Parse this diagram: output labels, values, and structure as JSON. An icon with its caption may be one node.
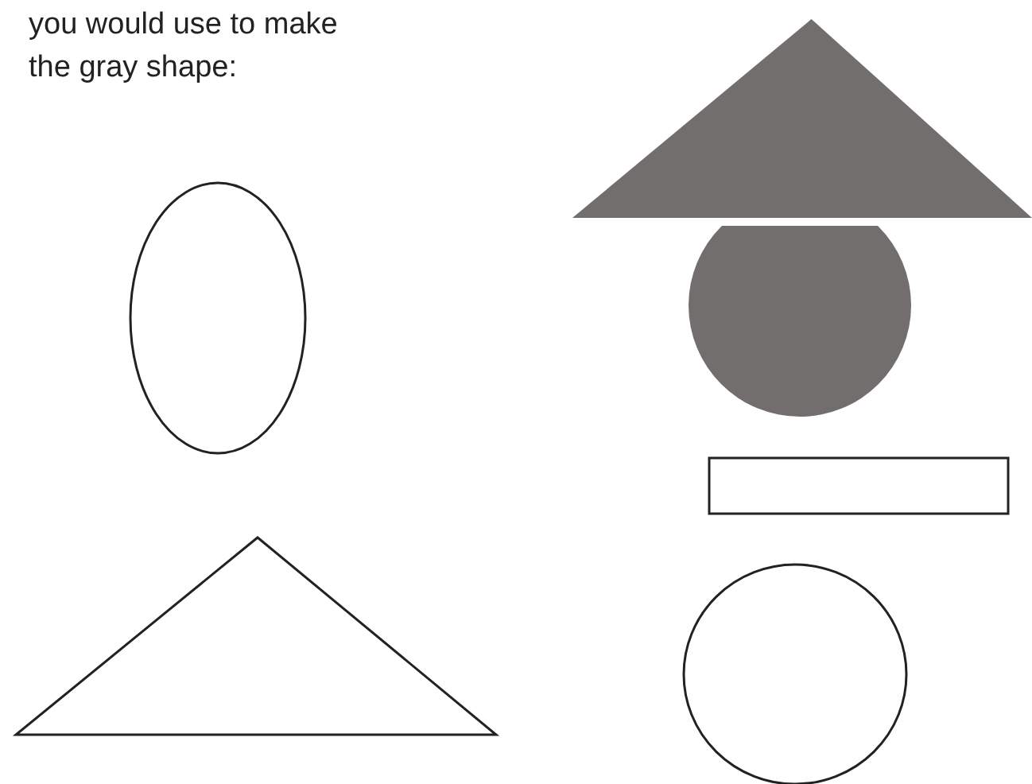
{
  "diagram": {
    "nodes": [
      {
        "text": [],
        "shape": "triangle"
      },
      {
        "text": [],
        "shape": "circle"
      },
      {
        "text": [],
        "shape": "ellipse"
      },
      {
        "text": [],
        "shape": "box"
      },
      {
        "text": [],
        "shape": "triangle"
      },
      {
        "text": [],
        "shape": "circle"
      }
    ],
    "labels": [
      "you would use to make the gray shape:"
    ]
  }
}
